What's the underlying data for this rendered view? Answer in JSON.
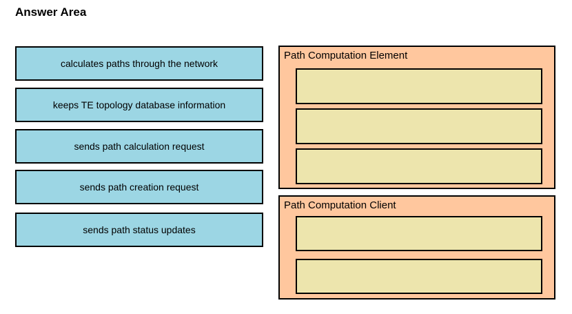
{
  "title": "Answer Area",
  "colors": {
    "option_fill": "#9CD6E4",
    "target_fill": "#FFC79E",
    "slot_fill": "#EDE5AD",
    "border_color": "#000000"
  },
  "options": [
    {
      "label": "calculates paths through the network"
    },
    {
      "label": "keeps TE topology database information"
    },
    {
      "label": "sends path calculation request"
    },
    {
      "label": "sends path creation request"
    },
    {
      "label": "sends path status updates"
    }
  ],
  "targets": [
    {
      "title": "Path Computation Element",
      "slot_count": 3
    },
    {
      "title": "Path Computation Client",
      "slot_count": 2
    }
  ]
}
